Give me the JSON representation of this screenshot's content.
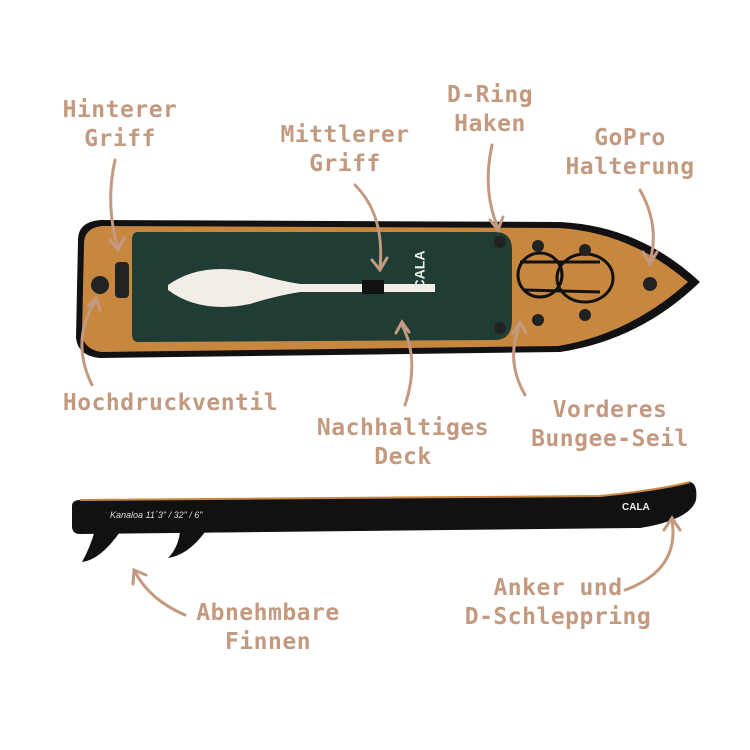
{
  "labels": {
    "rear_handle": [
      "Hinterer",
      "Griff"
    ],
    "middle_handle": [
      "Mittlerer",
      "Griff"
    ],
    "d_ring": [
      "D-Ring",
      "Haken"
    ],
    "gopro": [
      "GoPro",
      "Halterung"
    ],
    "valve": [
      "Hochdruckventil"
    ],
    "deck": [
      "Nachhaltiges",
      "Deck"
    ],
    "bungee": [
      "Vorderes",
      "Bungee-Seil"
    ],
    "fins": [
      "Abnehmbare",
      "Finnen"
    ],
    "anchor": [
      "Anker und",
      "D-Schleppring"
    ]
  },
  "board": {
    "model_text": "Kanaloa 11´3\" / 32\" / 6\"",
    "brand": "CALA"
  },
  "colors": {
    "label": "#c39a80",
    "wood": "#c8873f",
    "deck_pad": "#1f3d35",
    "rail": "#111111"
  }
}
